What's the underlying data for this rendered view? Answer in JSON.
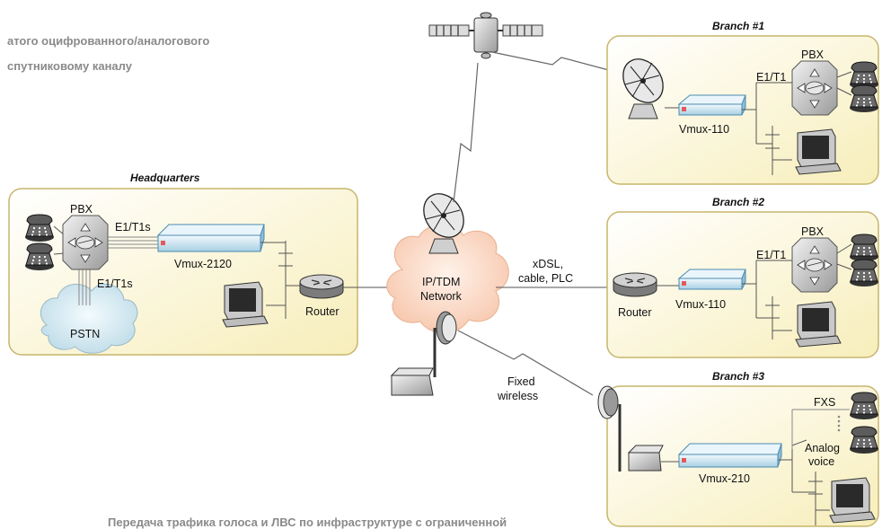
{
  "captions": {
    "top_line1": "атого оцифрованного/аналогового",
    "top_line2": "спутниковому каналу",
    "bottom": "Передача трафика голоса и ЛВС по инфраструктуре с ограниченной"
  },
  "sites": {
    "headquarters": "Headquarters",
    "branch1": "Branch #1",
    "branch2": "Branch #2",
    "branch3": "Branch #3"
  },
  "devices": {
    "pbx": "PBX",
    "router": "Router",
    "vmux_2120": "Vmux-2120",
    "vmux_110": "Vmux-110",
    "vmux_210": "Vmux-210"
  },
  "links": {
    "e1t1s": "E1/T1s",
    "e1t1": "E1/T1",
    "xdsl": "xDSL,",
    "cable_plc": "cable, PLC",
    "fixed": "Fixed",
    "wireless": "wireless",
    "fxs": "FXS",
    "analog": "Analog",
    "voice": "voice"
  },
  "clouds": {
    "pstn": "PSTN",
    "network_line1": "IP/TDM",
    "network_line2": "Network"
  },
  "colors": {
    "site_fill": "#fdf6d3",
    "site_border": "#c7b56c",
    "network_cloud": "#fbd9c7",
    "pstn_cloud": "#d9ecf3",
    "device": "#d8ecf6"
  }
}
